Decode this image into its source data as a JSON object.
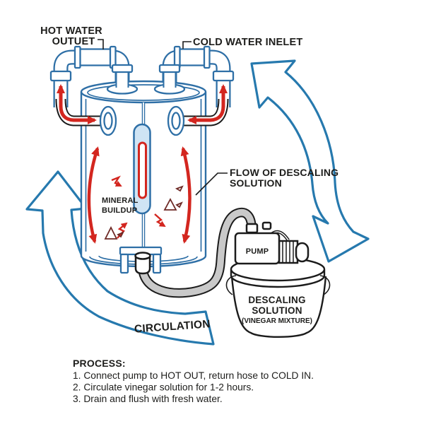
{
  "colors": {
    "diagram_blue": "#2e6fa6",
    "big_arrow_blue": "#2679ae",
    "flow_red": "#d3261f",
    "hose_gray": "#c9c9c9",
    "element_light_blue": "#cfe4f4",
    "ink": "#1d1d1b"
  },
  "labels": {
    "hot_water": {
      "line1": "HOT WATER",
      "line2": "OUTUET"
    },
    "cold_water": "COLD WATER INELET",
    "flow": {
      "line1": "FLOW OF DESCALING",
      "line2": "SOLUTION"
    },
    "mineral": {
      "line1": "MINERAL",
      "line2": "BUILDUP"
    },
    "circulation": "CIRCULATION"
  },
  "pump": {
    "label": "PUMP"
  },
  "bucket": {
    "line1": "DESCALING",
    "line2": "SOLUTION",
    "line3": "(VINEGAR MIXTURE)"
  },
  "process": {
    "heading": "PROCESS:",
    "steps": [
      "1. Connect pump to HOT OUT, return hose to COLD IN.",
      "2. Circulate vinegar solution for 1-2 hours.",
      "3. Drain and flush with fresh water."
    ]
  }
}
